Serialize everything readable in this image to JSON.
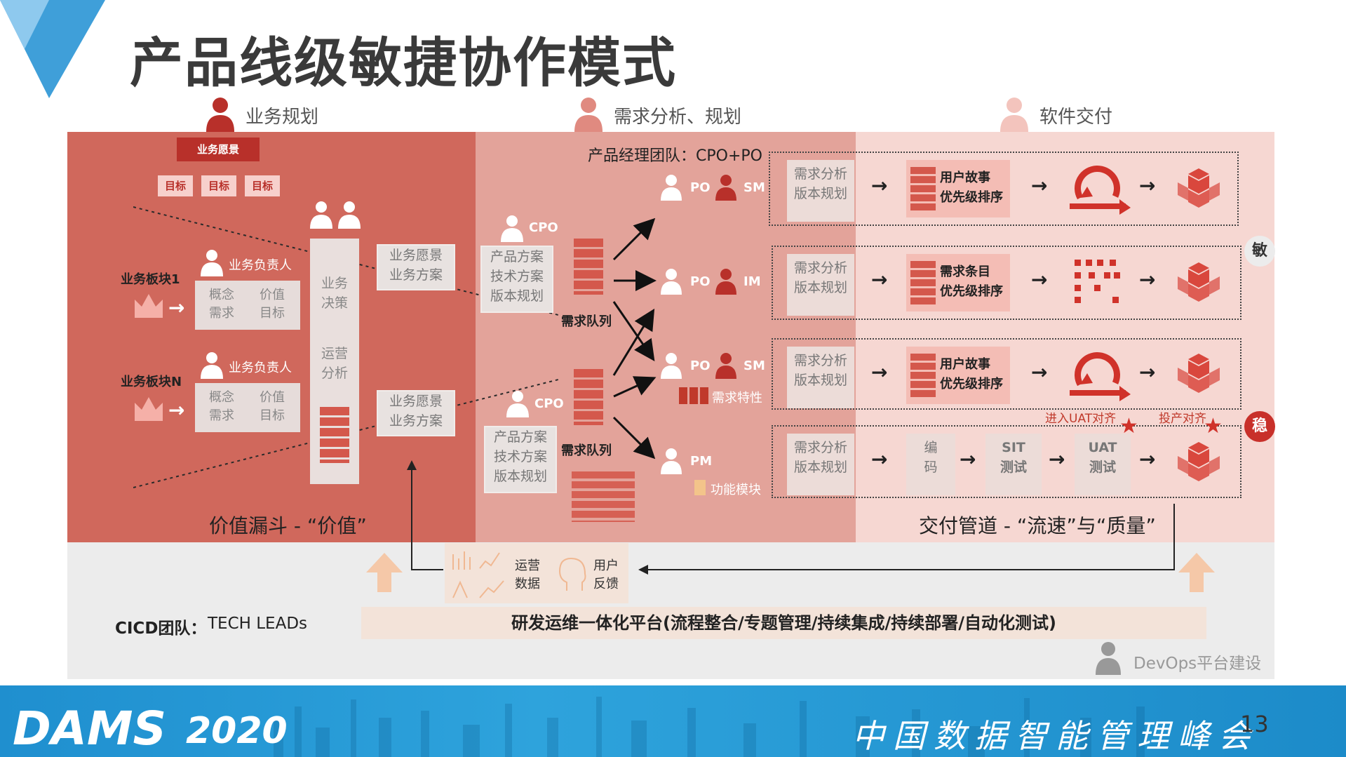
{
  "title": "产品线级敏捷协作模式",
  "roles": {
    "business": "业务规划",
    "requirements": "需求分析、规划",
    "delivery": "软件交付"
  },
  "zone1": {
    "vision": "业务愿景",
    "goals": [
      "目标",
      "目标",
      "目标"
    ],
    "block1": "业务板块1",
    "blockN": "业务板块N",
    "owner1": "业务负责人",
    "owner2": "业务负责人",
    "concept": "概念\n需求",
    "value": "价值\n目标",
    "decision": "业务\n决策",
    "ops_analysis": "运营\n分析",
    "plan1": "业务愿景\n业务方案",
    "plan2": "业务愿景\n业务方案",
    "caption": "价值漏斗 - “价值”"
  },
  "zone2": {
    "team": "产品经理团队：CPO+PO",
    "cpo1": "CPO",
    "cpo2": "CPO",
    "product_plan": "产品方案\n技术方案\n版本规划",
    "queue1": "需求队列",
    "queue2": "需求队列",
    "roles": [
      {
        "a": "PO",
        "b": "SM"
      },
      {
        "a": "PO",
        "b": "IM"
      },
      {
        "a": "PO",
        "b": "SM"
      },
      {
        "a": "PM",
        "b": ""
      }
    ],
    "feature": "需求特性",
    "module": "功能模块"
  },
  "zone3": {
    "lanes": [
      {
        "start": "需求分析\n版本规划",
        "prio": "用户故事\n优先级排序",
        "mid": "cycle-icon"
      },
      {
        "start": "需求分析\n版本规划",
        "prio": "需求条目\n优先级排序",
        "mid": "kanban-icon"
      },
      {
        "start": "需求分析\n版本规划",
        "prio": "用户故事\n优先级排序",
        "mid": "cycle-icon"
      },
      {
        "start": "需求分析\n版本规划",
        "steps": [
          "编\n码",
          "SIT\n测试",
          "UAT\n测试"
        ]
      }
    ],
    "uat_align": "进入UAT对齐",
    "prod_align": "投产对齐",
    "agile": "敏",
    "stable": "稳",
    "caption": "交付管道 - “流速”与“质量”"
  },
  "bottom": {
    "ops_data": "运营\n数据",
    "user_feedback": "用户\n反馈",
    "cicd_team": "CICD团队：",
    "tech_leads": "TECH LEADs",
    "platform": "研发运维一体化平台(流程整合/专题管理/持续集成/持续部署/自动化测试)",
    "devops": "DevOps平台建设"
  },
  "footer": {
    "brand": "DAMS",
    "year": "2020",
    "summit": "中国数据智能管理峰会",
    "page": "13"
  },
  "colors": {
    "zone1": "#d0685c",
    "zone2": "#e3a39a",
    "zone3": "#f6d7d2",
    "accent": "#b8302a",
    "footer": "#1f8fcf"
  }
}
